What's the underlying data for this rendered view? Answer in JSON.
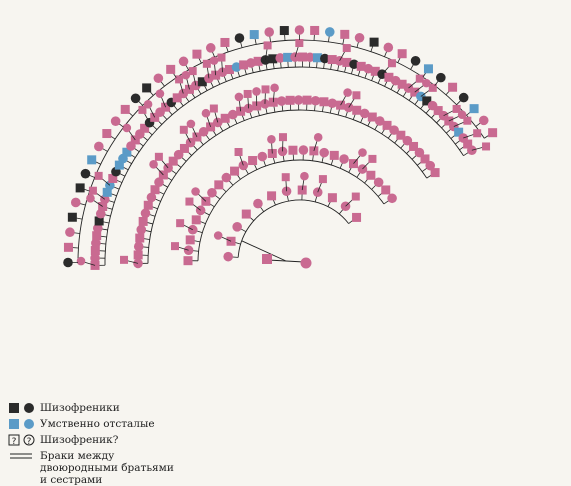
{
  "colors": {
    "normal": "#c96a91",
    "schizo": "#2b2b2b",
    "retarded": "#5b9bc7",
    "line": "#222222",
    "background": "#f7f5f0"
  },
  "legend": [
    {
      "label": "Шизофреники",
      "symbol": "schizo"
    },
    {
      "label": "Умственно отсталые",
      "symbol": "retarded"
    },
    {
      "label": "Шизофреник?",
      "symbol": "question",
      "mark": "?"
    },
    {
      "label": "Браки между двоюродными братьями и сестрами",
      "symbol": "double-line"
    }
  ],
  "pedigree": {
    "founders": [
      "male",
      "female"
    ],
    "generation_counts": [
      2,
      12,
      28,
      50,
      72,
      40
    ]
  }
}
